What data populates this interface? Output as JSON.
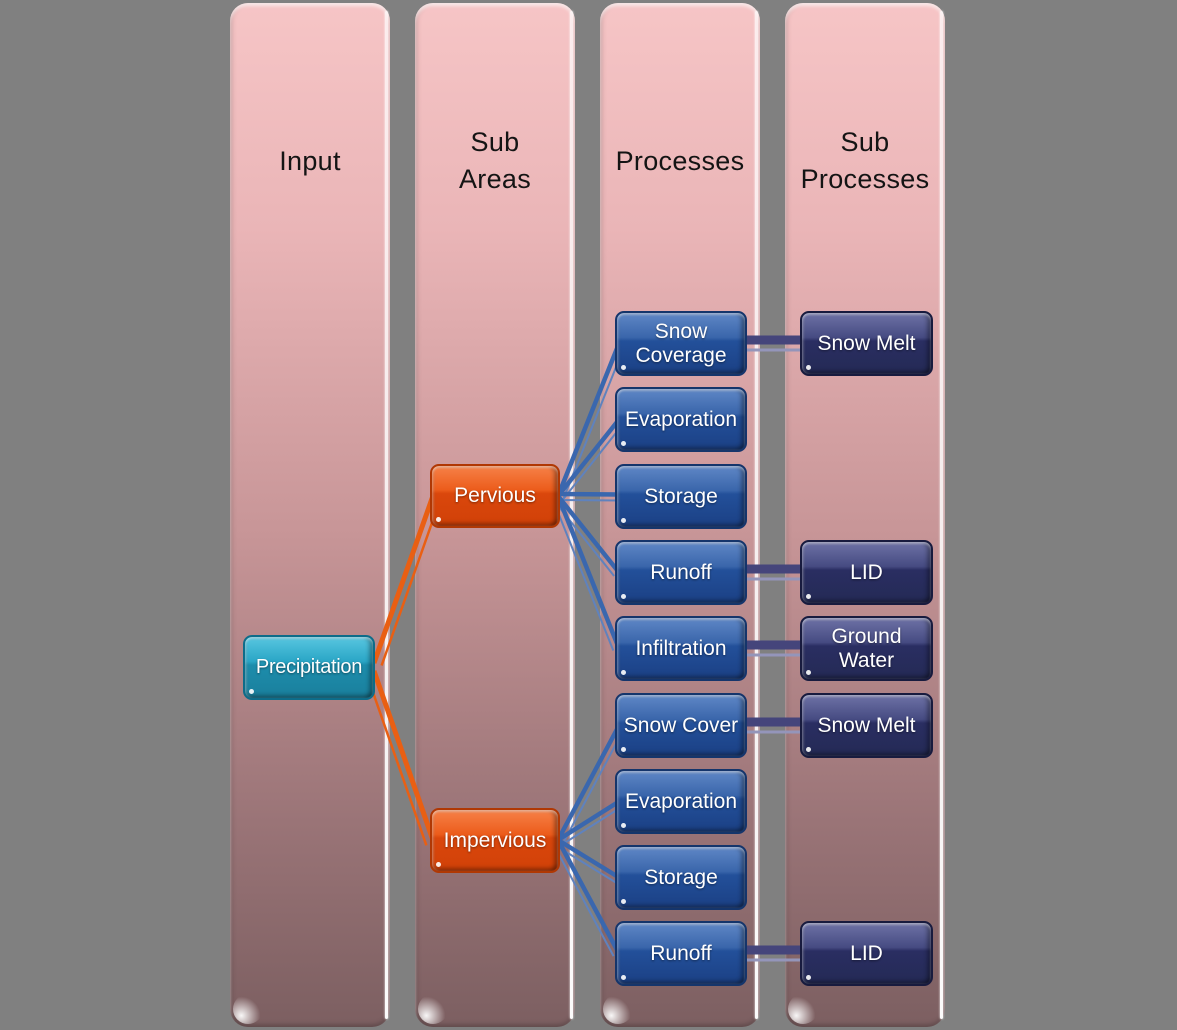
{
  "diagram": {
    "columns": [
      {
        "label": "Input"
      },
      {
        "label": "Sub\nAreas"
      },
      {
        "label": "Processes"
      },
      {
        "label": "Sub\nProcesses"
      }
    ],
    "input": {
      "precipitation": "Precipitation"
    },
    "sub_areas": {
      "pervious": "Pervious",
      "impervious": "Impervious"
    },
    "processes": [
      "Snow\nCoverage",
      "Evaporation",
      "Storage",
      "Runoff",
      "Infiltration",
      "Snow Cover",
      "Evaporation",
      "Storage",
      "Runoff"
    ],
    "sub_processes": [
      "Snow Melt",
      "LID",
      "Ground\nWater",
      "Snow Melt",
      "LID"
    ],
    "connections": [
      {
        "from": "Precipitation",
        "to": "Pervious"
      },
      {
        "from": "Precipitation",
        "to": "Impervious"
      },
      {
        "from": "Pervious",
        "to": "Snow Coverage"
      },
      {
        "from": "Pervious",
        "to": "Evaporation"
      },
      {
        "from": "Pervious",
        "to": "Storage"
      },
      {
        "from": "Pervious",
        "to": "Runoff"
      },
      {
        "from": "Pervious",
        "to": "Infiltration"
      },
      {
        "from": "Impervious",
        "to": "Snow Cover"
      },
      {
        "from": "Impervious",
        "to": "Evaporation"
      },
      {
        "from": "Impervious",
        "to": "Storage"
      },
      {
        "from": "Impervious",
        "to": "Runoff"
      },
      {
        "from": "Snow Coverage",
        "to": "Snow Melt"
      },
      {
        "from": "Runoff",
        "to": "LID"
      },
      {
        "from": "Infiltration",
        "to": "Ground Water"
      },
      {
        "from": "Snow Cover",
        "to": "Snow Melt"
      },
      {
        "from": "Runoff",
        "to": "LID"
      }
    ]
  },
  "colors": {
    "canvas-bg": "#808080",
    "column-top": "#f6c5c6",
    "column-bottom": "#7c5f61",
    "header-text": "#141414",
    "node-text": "#ffffff",
    "input-node": "#1d8dac",
    "subarea-node": "#da470c",
    "process-node": "#23509a",
    "subprocess-node": "#2a2e62",
    "link-precip": "#e95f13",
    "link-fan": "#3a67ae",
    "link-double": "#45457b"
  }
}
